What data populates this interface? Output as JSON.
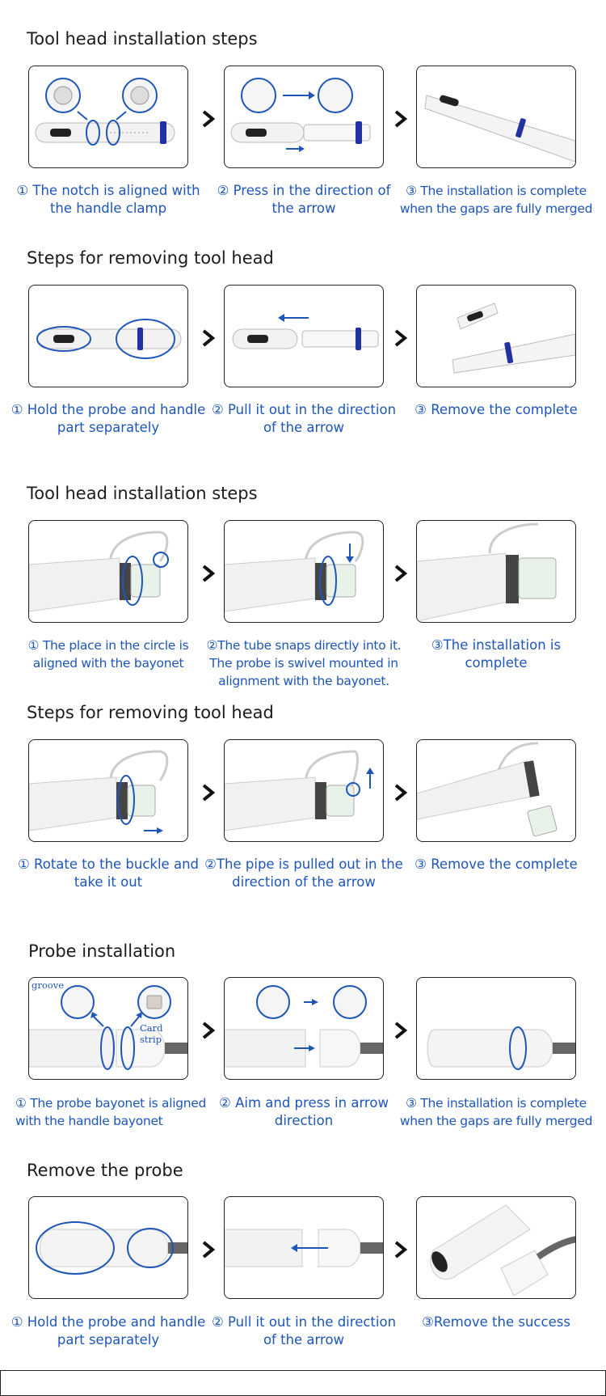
{
  "sections": [
    {
      "title": "Tool head installation steps",
      "captions": [
        "① The notch is aligned with the handle clamp",
        "② Press in the direction of the arrow",
        "③ The installation is complete when the gaps are fully merged"
      ]
    },
    {
      "title": "Steps for removing tool head",
      "captions": [
        "① Hold the probe and handle part separately",
        "② Pull it out in the direction of the arrow",
        "③ Remove the complete"
      ]
    },
    {
      "title": "Tool head installation steps",
      "captions": [
        "① The place in the circle is aligned with the bayonet",
        "②The tube snaps directly into it. The probe is swivel mounted in alignment with the bayonet.",
        "③The installation is complete"
      ]
    },
    {
      "title": "Steps for removing tool head",
      "captions": [
        "① Rotate to the buckle and take it out",
        "②The pipe is pulled out in the direction of the arrow",
        "③ Remove the complete"
      ]
    },
    {
      "title": "Probe installation",
      "captions": [
        "① The probe bayonet is aligned with the handle bayonet",
        "② Aim and press in arrow direction",
        "③ The installation is complete when the gaps are fully merged"
      ],
      "labels": {
        "groove": "groove",
        "card_strip": "Card strip"
      }
    },
    {
      "title": "Remove the probe",
      "captions": [
        "① Hold the probe and handle part separately",
        "② Pull it out in the direction of the arrow",
        "③Remove the success"
      ]
    }
  ],
  "colors": {
    "accent_blue": "#1e56b8",
    "border": "#222222",
    "title_text": "#1c1c1c"
  },
  "icons": {
    "step_separator": "chevron-right-icon"
  }
}
